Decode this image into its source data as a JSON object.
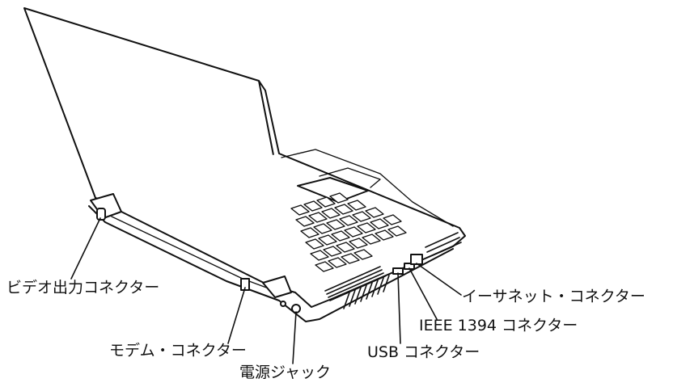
{
  "labels": {
    "video_out": "ビデオ出力コネクター",
    "modem": "モデム・コネクター",
    "power_jack": "電源ジャック",
    "usb": "USB コネクター",
    "ieee1394": "IEEE 1394 コネクター",
    "ethernet": "イーサネット・コネクター"
  }
}
